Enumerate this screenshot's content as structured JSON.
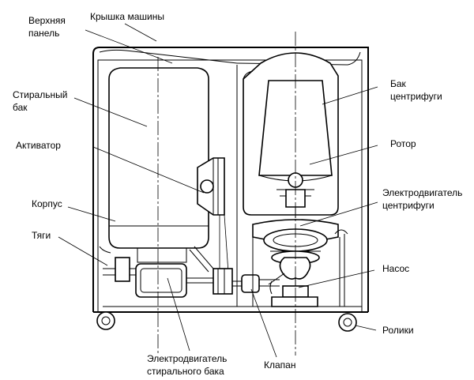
{
  "labels": {
    "top_panel": [
      "Верхняя",
      "панель"
    ],
    "lid": "Крышка машины",
    "wash_tank": [
      "Стиральный",
      "бак"
    ],
    "activator": "Активатор",
    "housing": "Корпус",
    "rods": "Тяги",
    "spin_tank": [
      "Бак",
      "центрифуги"
    ],
    "rotor": "Ротор",
    "spin_motor": [
      "Электродвигатель",
      "центрифуги"
    ],
    "pump": "Насос",
    "rollers": "Ролики",
    "wash_motor": [
      "Электродвигатель",
      "стирального бака"
    ],
    "valve": "Клапан"
  }
}
